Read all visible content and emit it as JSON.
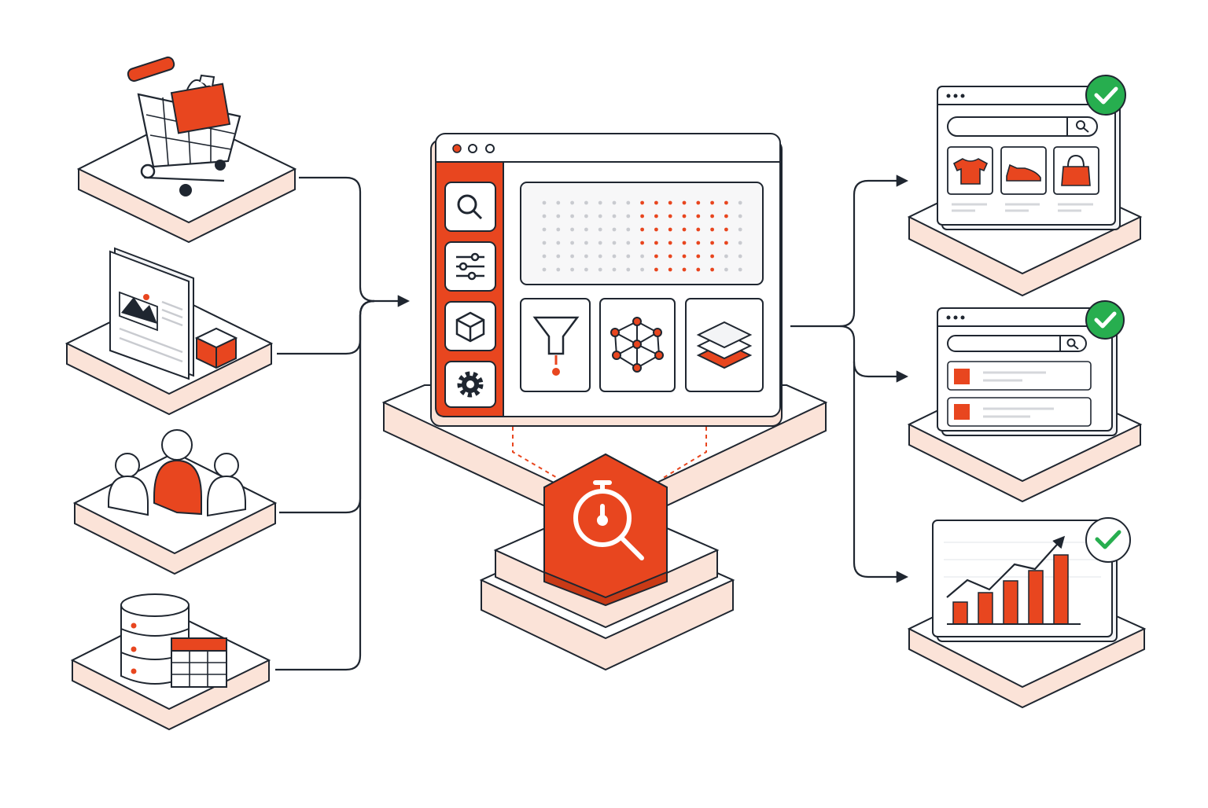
{
  "colors": {
    "accent": "#e8461f",
    "ink": "#1f2630",
    "platform_fill": "#ffffff",
    "platform_side": "#fbe3d8",
    "panel_grey": "#f7f7f8",
    "dot_grey": "#c9cbd0",
    "success": "#27ae4f",
    "line_grey": "#d5d7db"
  },
  "inputs": [
    {
      "name": "shopping-cart-platform",
      "icon": "shopping-cart-icon"
    },
    {
      "name": "product-content-platform",
      "icon": "product-document-icon"
    },
    {
      "name": "users-platform",
      "icon": "user-group-icon"
    },
    {
      "name": "data-platform",
      "icon": "database-table-icon"
    }
  ],
  "dashboard": {
    "window_dots": 3,
    "sidebar_icons": [
      "search-icon",
      "sliders-icon",
      "cube-icon",
      "gear-icon"
    ],
    "tools": [
      "funnel-icon",
      "network-graph-icon",
      "layers-icon"
    ],
    "hub_icon": "stopwatch-search-icon"
  },
  "outputs": [
    {
      "name": "product-grid-result",
      "icon": "product-grid-window",
      "products": [
        "tshirt-icon",
        "sneaker-icon",
        "handbag-icon"
      ],
      "status": "check-icon"
    },
    {
      "name": "search-list-result",
      "icon": "result-list-window",
      "status": "check-icon"
    },
    {
      "name": "growth-chart-result",
      "icon": "growth-chart-icon",
      "bar_levels": [
        0.28,
        0.4,
        0.55,
        0.68,
        0.88
      ],
      "status": "check-icon"
    }
  ]
}
